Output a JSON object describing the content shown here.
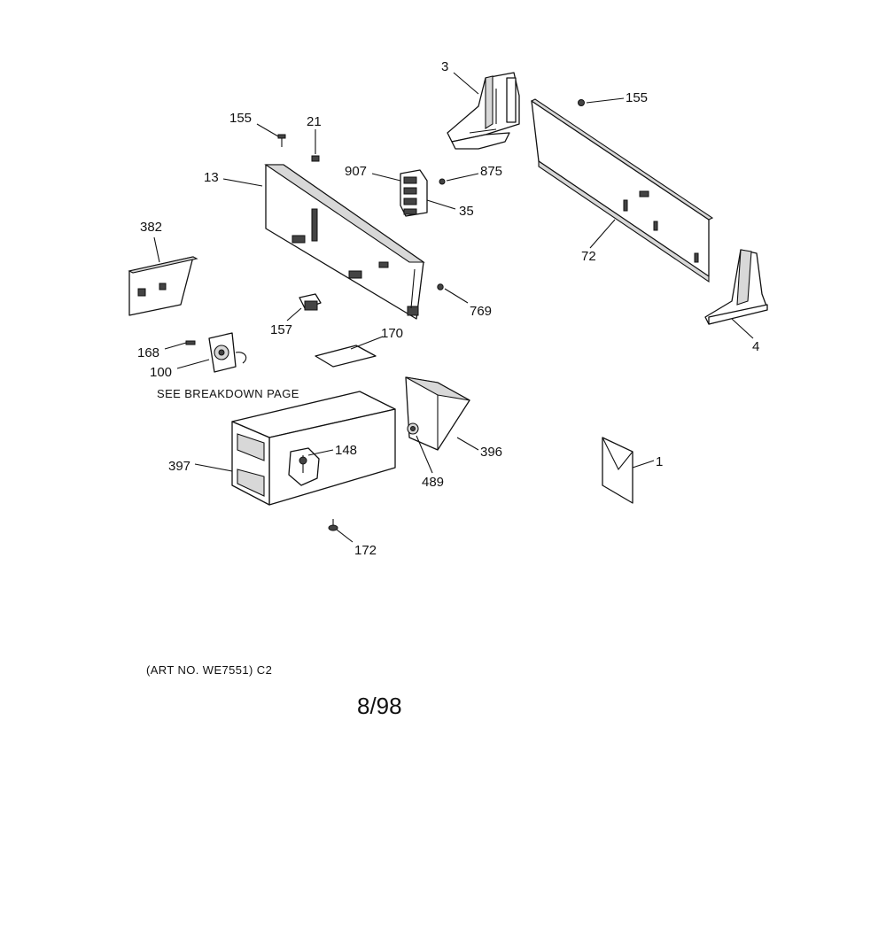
{
  "callouts": {
    "p3": "3",
    "p155_top_left": "155",
    "p21": "21",
    "p155_top_right": "155",
    "p13": "13",
    "p907": "907",
    "p875": "875",
    "p35": "35",
    "p382": "382",
    "p72": "72",
    "p769": "769",
    "p157": "157",
    "p170": "170",
    "p4": "4",
    "p168": "168",
    "p100": "100",
    "p148": "148",
    "p396": "396",
    "p397": "397",
    "p489": "489",
    "p1": "1",
    "p172": "172"
  },
  "notes": {
    "see_breakdown": "SEE BREAKDOWN PAGE",
    "art_no": "(ART NO. WE7551) C2",
    "date": "8/98"
  }
}
